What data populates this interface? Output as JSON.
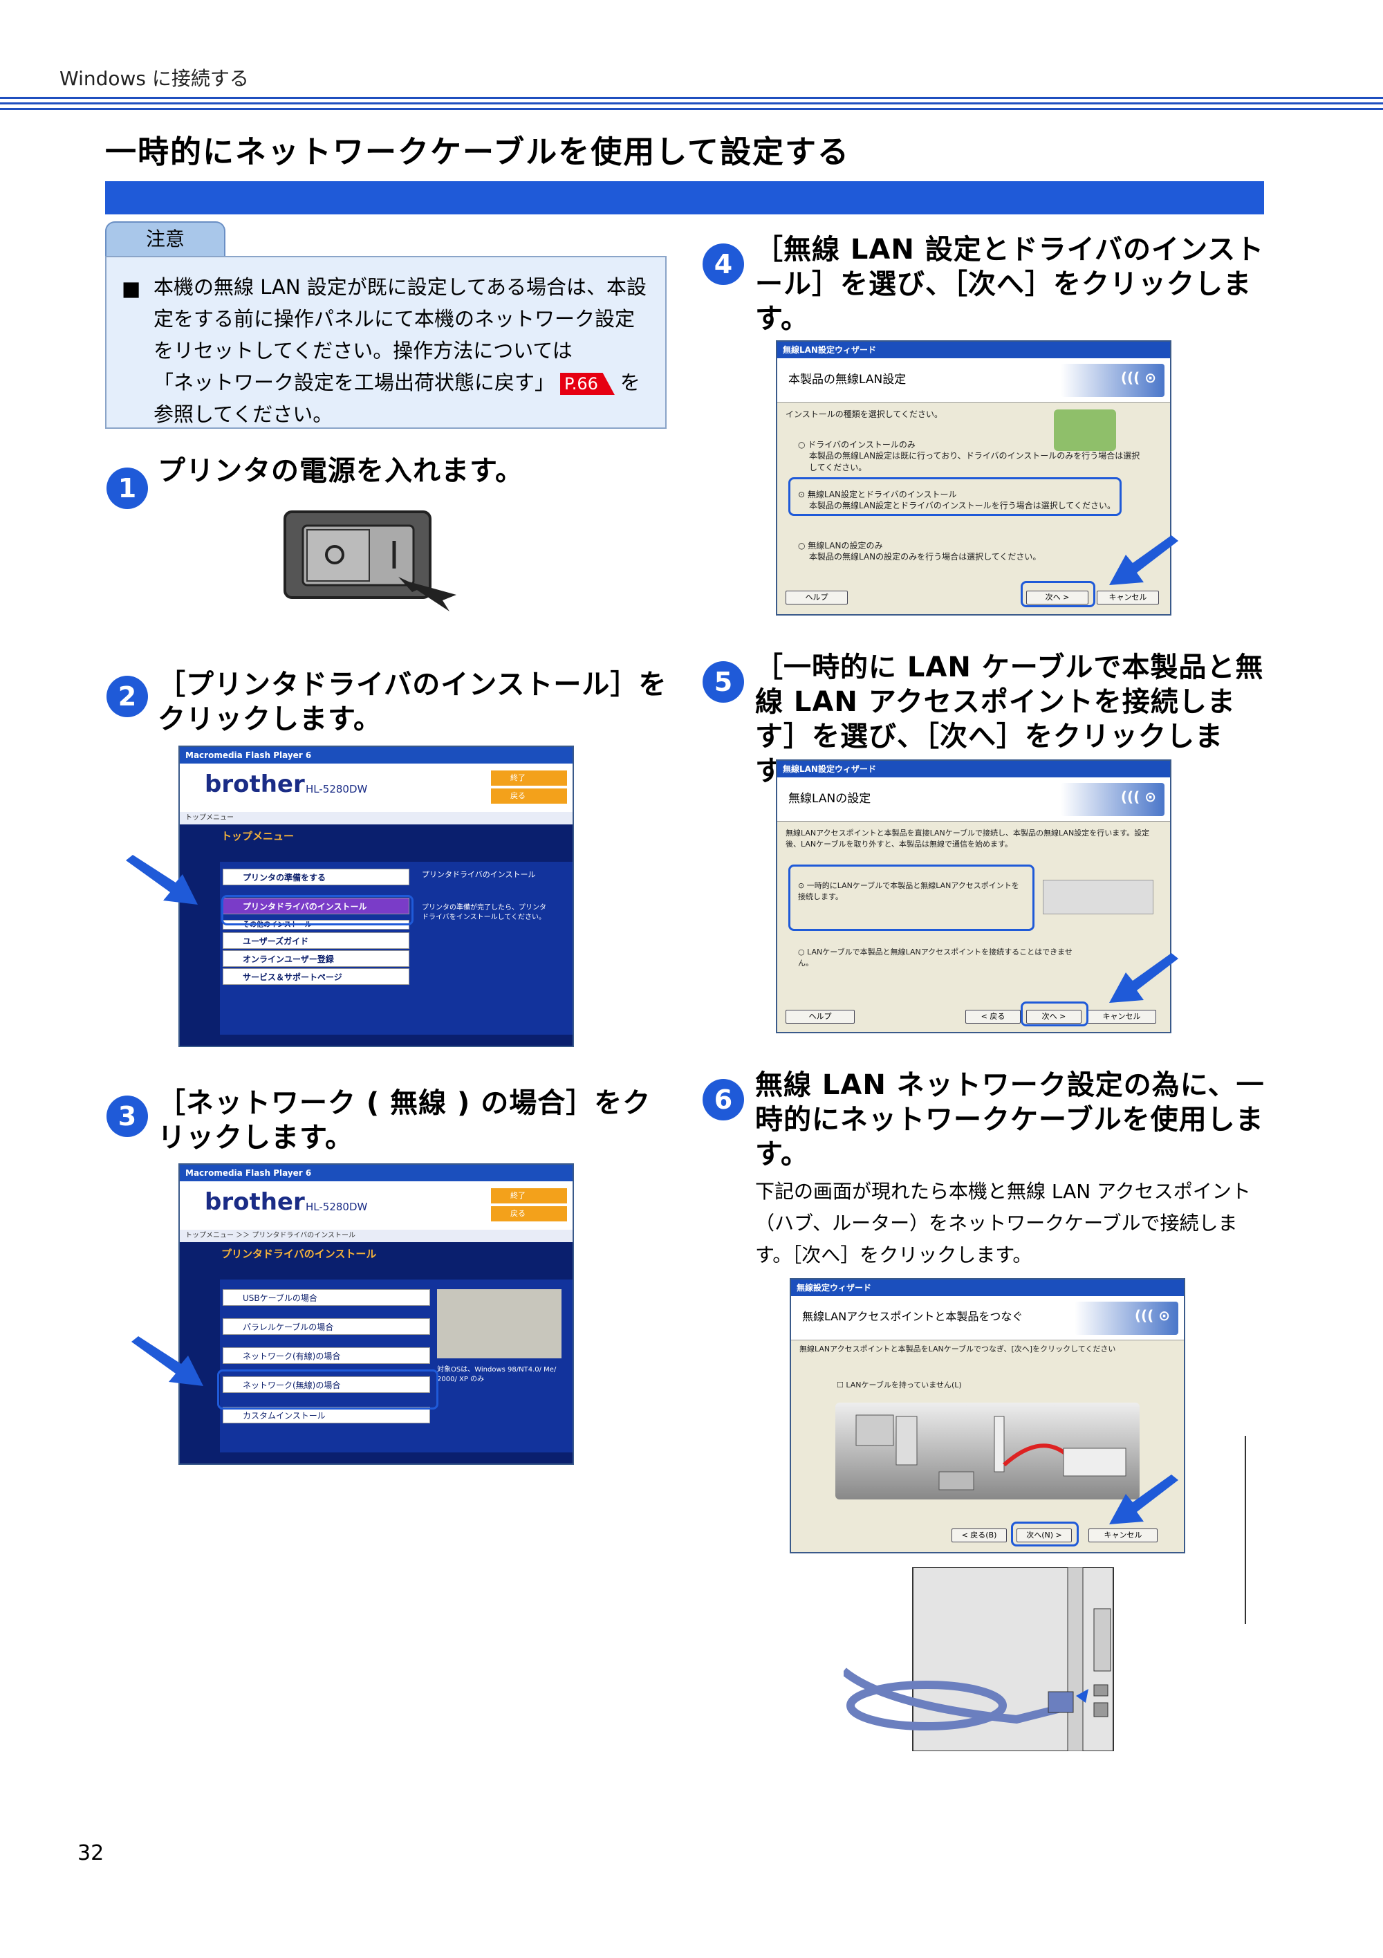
{
  "header": {
    "section": "Windows に接続する"
  },
  "title": "一時的にネットワークケーブルを使用して設定する",
  "note": {
    "tab": "注意",
    "bullet": "■",
    "text_1": "本機の無線 LAN 設定が既に設定してある場合は、本設定をする前に操作パネルにて本機のネットワーク設定をリセットしてください。操作方法については",
    "text_2": "「ネットワーク設定を工場出荷状態に戻す」",
    "ref": "P.66",
    "text_3": "を",
    "text_4": "参照してください。"
  },
  "steps": [
    {
      "num": "1",
      "text": "プリンタの電源を入れます。"
    },
    {
      "num": "2",
      "text": "［プリンタドライバのインストール］をクリックします。"
    },
    {
      "num": "3",
      "text": "［ネットワーク ( 無線 ) の場合］をクリックします。"
    },
    {
      "num": "4",
      "text": "［無線 LAN 設定とドライバのインストール］を選び、［次へ］をクリックします。"
    },
    {
      "num": "5",
      "text": "［一時的に LAN ケーブルで本製品と無線 LAN アクセスポイントを接続します］を選び、［次へ］をクリックします。"
    },
    {
      "num": "6",
      "text": "無線 LAN ネットワーク設定の為に、一時的にネットワークケーブルを使用します。",
      "desc": "下記の画面が現れたら本機と無線 LAN アクセスポイント（ハブ、ルーター）をネットワークケーブルで接続します。［次へ］をクリックします。"
    }
  ],
  "menu_window": {
    "titlebar": "Macromedia Flash Player 6",
    "brand": "brother",
    "model": "HL-5280DW",
    "btn_exit": "終了",
    "btn_back": "戻る",
    "crumb_top": "トップメニュー",
    "section_top": "トップメニュー",
    "items_top": [
      "プリンタの準備をする",
      "プリンタドライバのインストール",
      "その他のインストール",
      "ユーザーズガイド",
      "オンラインユーザー登録",
      "サービス＆サポートページ"
    ],
    "side_title": "プリンタドライバのインストール",
    "side_text": "プリンタの準備が完了したら、プリンタドライバをインストールしてください。",
    "crumb_driver": "トップメニュー ＞＞ プリンタドライバのインストール",
    "section_driver": "プリンタドライバのインストール",
    "items_driver": [
      "USBケーブルの場合",
      "パラレルケーブルの場合",
      "ネットワーク(有線)の場合",
      "ネットワーク(無線)の場合",
      "カスタムインストール"
    ],
    "os_note": "対象OSは、Windows 98/NT4.0/ Me/ 2000/ XP のみ"
  },
  "wizard4": {
    "titlebar": "無線LAN設定ウィザード",
    "heading": "本製品の無線LAN設定",
    "prompt": "インストールの種類を選択してください。",
    "opt1": "ドライバのインストールのみ",
    "opt1_desc": "本製品の無線LAN設定は既に行っており、ドライバのインストールのみを行う場合は選択してください。",
    "opt2": "無線LAN設定とドライバのインストール",
    "opt2_desc": "本製品の無線LAN設定とドライバのインストールを行う場合は選択してください。",
    "opt3": "無線LANの設定のみ",
    "opt3_desc": "本製品の無線LANの設定のみを行う場合は選択してください。",
    "btn_help": "ヘルプ",
    "btn_next": "次へ >",
    "btn_cancel": "キャンセル"
  },
  "wizard5": {
    "titlebar": "無線LAN設定ウィザード",
    "heading": "無線LANの設定",
    "intro": "無線LANアクセスポイントと本製品を直接LANケーブルで接続し、本製品の無線LAN設定を行います。設定後、LANケーブルを取り外すと、本製品は無線で通信を始めます。",
    "opt1": "一時的にLANケーブルで本製品と無線LANアクセスポイントを接続します。",
    "opt2": "LANケーブルで本製品と無線LANアクセスポイントを接続することはできません。",
    "btn_help": "ヘルプ",
    "btn_back": "< 戻る",
    "btn_next": "次へ >",
    "btn_cancel": "キャンセル"
  },
  "wizard6": {
    "titlebar": "無線設定ウィザード",
    "heading": "無線LANアクセスポイントと本製品をつなぐ",
    "intro": "無線LANアクセスポイントと本製品をLANケーブルでつなぎ、[次へ]をクリックしてください",
    "checkbox": "LANケーブルを持っていません(L)",
    "btn_back": "< 戻る(B)",
    "btn_next": "次へ(N) >",
    "btn_cancel": "キャンセル"
  },
  "page_number": "32",
  "colors": {
    "accent": "#1f5ad8",
    "note_bg": "#e4eefb",
    "ref_badge": "#e60012"
  }
}
